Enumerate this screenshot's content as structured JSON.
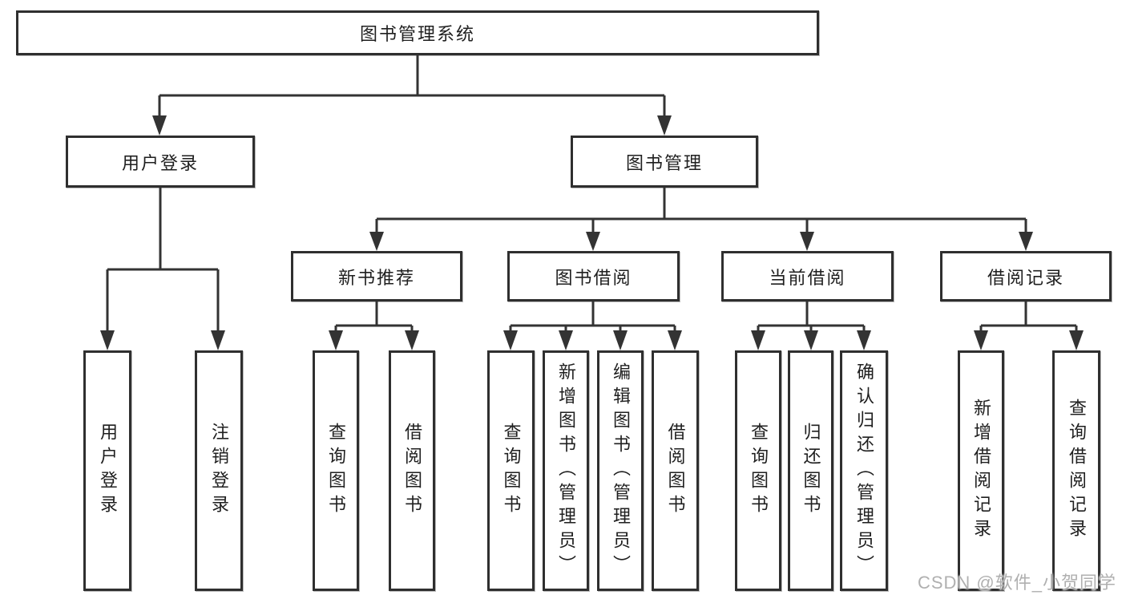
{
  "diagram": {
    "type": "tree",
    "root": {
      "label": "图书管理系统"
    },
    "level2": [
      {
        "label": "用户登录",
        "children": [
          "用户登录",
          "注销登录"
        ]
      },
      {
        "label": "图书管理",
        "children": [
          "新书推荐",
          "图书借阅",
          "当前借阅",
          "借阅记录"
        ]
      }
    ],
    "level3": [
      {
        "label": "新书推荐",
        "parent": "图书管理"
      },
      {
        "label": "图书借阅",
        "parent": "图书管理"
      },
      {
        "label": "当前借阅",
        "parent": "图书管理"
      },
      {
        "label": "借阅记录",
        "parent": "图书管理"
      }
    ],
    "leaves": [
      {
        "label": "用户登录",
        "parent": "用户登录"
      },
      {
        "label": "注销登录",
        "parent": "用户登录"
      },
      {
        "label": "查询图书",
        "parent": "新书推荐"
      },
      {
        "label": "借阅图书",
        "parent": "新书推荐"
      },
      {
        "label": "查询图书",
        "parent": "图书借阅"
      },
      {
        "label": "新增图书（管理员）",
        "parent": "图书借阅"
      },
      {
        "label": "编辑图书（管理员）",
        "parent": "图书借阅"
      },
      {
        "label": "借阅图书",
        "parent": "图书借阅"
      },
      {
        "label": "查询图书",
        "parent": "当前借阅"
      },
      {
        "label": "归还图书",
        "parent": "当前借阅"
      },
      {
        "label": "确认归还（管理员）",
        "parent": "当前借阅"
      },
      {
        "label": "新增借阅记录",
        "parent": "借阅记录"
      },
      {
        "label": "查询借阅记录",
        "parent": "借阅记录"
      }
    ],
    "watermark": {
      "text": "CSDN @软件_小贺同学"
    },
    "colors": {
      "line": "#333333",
      "box_border": "#2f2f2f",
      "text": "#1f1f1f",
      "background": "#ffffff",
      "watermark": "#b0b0b0"
    }
  }
}
